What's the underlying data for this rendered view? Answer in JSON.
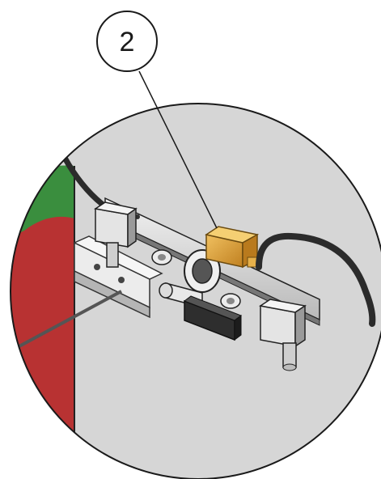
{
  "callout": {
    "number": "2",
    "highlighted_part_color": "#e0a030"
  },
  "colors": {
    "background": "#ffffff",
    "detail_fill": "#d8d8d8",
    "panel_red": "#b83232",
    "panel_green": "#3a8e3e",
    "metal_dark": "#3a3a3a",
    "metal_light": "#e8e8e8",
    "hose": "#2b2b2b"
  },
  "icons": {
    "detail_view": "magnified-detail-circle",
    "leader": "leader-line"
  }
}
